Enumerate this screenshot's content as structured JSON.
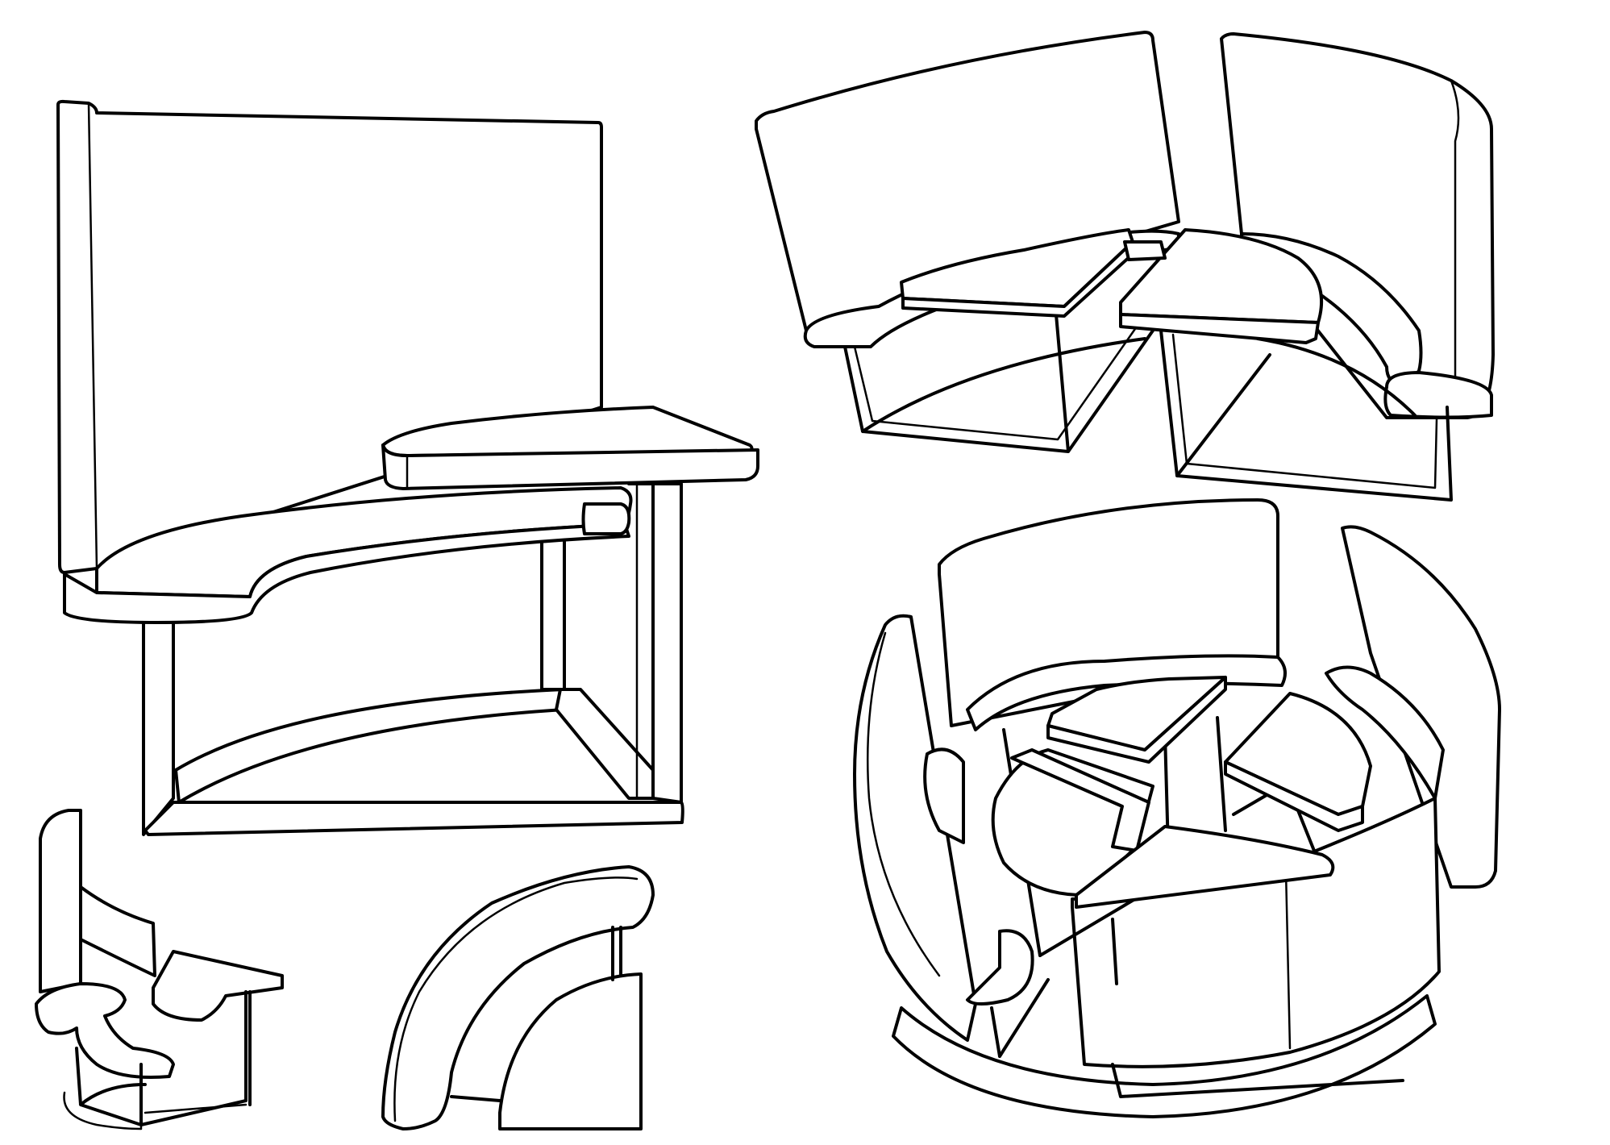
{
  "figure": {
    "background": "#ffffff",
    "ink_color": "#000000",
    "views": [
      {
        "id": "single-seat-large",
        "description_visible": false
      },
      {
        "id": "paired-seats",
        "description_visible": false
      },
      {
        "id": "circular-cluster",
        "description_visible": false
      },
      {
        "id": "single-seat-small",
        "description_visible": false
      },
      {
        "id": "arc-bench",
        "description_visible": false
      }
    ]
  }
}
